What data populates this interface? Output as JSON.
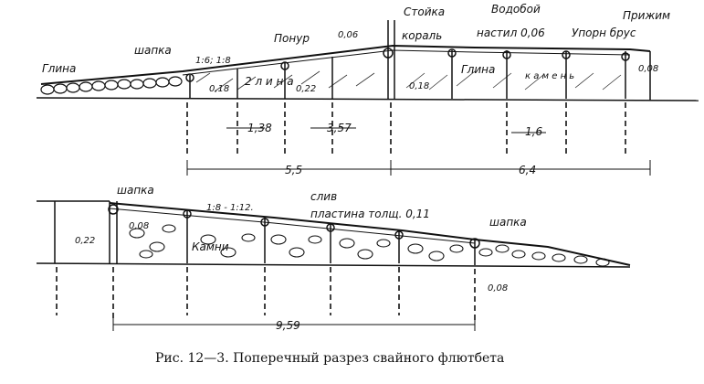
{
  "top_section": {
    "glina_left": "Глина",
    "shapka": "шапка",
    "slope": "1:6; 1:8",
    "ponur": "Понур",
    "thickness_006": "0,06",
    "stoyka": "Стойка",
    "vodoboy": "Водобой",
    "prizhim": "Прижим",
    "koral": "кораль",
    "nastil": "настил 0,06",
    "upor_brus": "Упорн брус",
    "glina_mid": "Глина",
    "glina_fill": "2 л и н а",
    "kamen_fill": "к а м е н ь",
    "d_008_right": "0,08",
    "d_018_left": "0,18",
    "d_022": "0,22",
    "d_018_mid": "0,18",
    "dim_138": "1,38",
    "dim_357": "3,57",
    "dim_16": "1,6",
    "dim_55": "5,5",
    "dim_64": "6,4"
  },
  "bottom_section": {
    "shapka_left": "шапка",
    "slope": "1:8 - 1:12.",
    "sliv": "слив",
    "plastina": "пластина толщ. 0,11",
    "shapka_right": "шапка",
    "d_008": "0,08",
    "d_022": "0,22",
    "kamni": "Камни",
    "d_008_pile": "0,08",
    "dim_959": "9,59"
  },
  "caption": "Рис. 12—3. Поперечный разрез свайного флютбета"
}
